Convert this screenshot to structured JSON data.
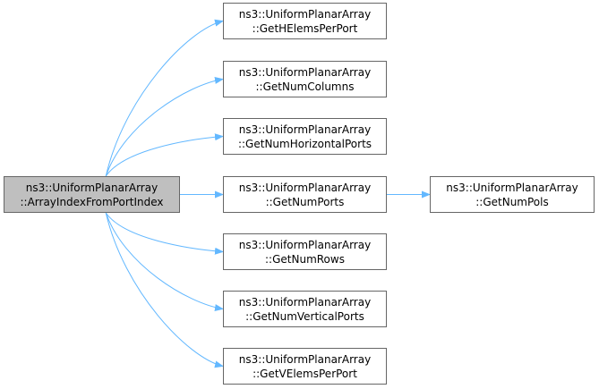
{
  "colors": {
    "edge": "#63b8ff",
    "node_border": "#666666",
    "root_fill": "#bfbfbf",
    "node_fill": "#ffffff"
  },
  "root": {
    "id": "root",
    "line1": "ns3::UniformPlanarArray",
    "line2": "::ArrayIndexFromPortIndex"
  },
  "nodes": [
    {
      "id": "n1",
      "line1": "ns3::UniformPlanarArray",
      "line2": "::GetHElemsPerPort"
    },
    {
      "id": "n2",
      "line1": "ns3::UniformPlanarArray",
      "line2": "::GetNumColumns"
    },
    {
      "id": "n3",
      "line1": "ns3::UniformPlanarArray",
      "line2": "::GetNumHorizontalPorts"
    },
    {
      "id": "n4",
      "line1": "ns3::UniformPlanarArray",
      "line2": "::GetNumPorts"
    },
    {
      "id": "n5",
      "line1": "ns3::UniformPlanarArray",
      "line2": "::GetNumRows"
    },
    {
      "id": "n6",
      "line1": "ns3::UniformPlanarArray",
      "line2": "::GetNumVerticalPorts"
    },
    {
      "id": "n7",
      "line1": "ns3::UniformPlanarArray",
      "line2": "::GetVElemsPerPort"
    },
    {
      "id": "n8",
      "line1": "ns3::UniformPlanarArray",
      "line2": "::GetNumPols"
    }
  ],
  "edges": [
    {
      "from": "root",
      "to": "n1"
    },
    {
      "from": "root",
      "to": "n2"
    },
    {
      "from": "root",
      "to": "n3"
    },
    {
      "from": "root",
      "to": "n4"
    },
    {
      "from": "root",
      "to": "n5"
    },
    {
      "from": "root",
      "to": "n6"
    },
    {
      "from": "root",
      "to": "n7"
    },
    {
      "from": "n4",
      "to": "n8"
    }
  ]
}
